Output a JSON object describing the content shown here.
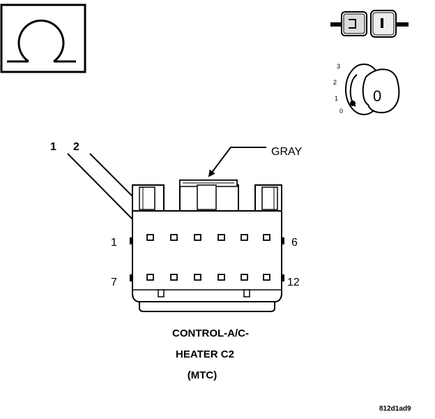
{
  "callouts": {
    "pointer_1": "1",
    "pointer_2": "2",
    "color": "GRAY"
  },
  "cavity_labels": {
    "top_left": "1",
    "top_right": "6",
    "bottom_left": "7",
    "bottom_right": "12"
  },
  "key_positions": [
    "3",
    "2",
    "1",
    "0"
  ],
  "key_glyph": "0",
  "connector_title": {
    "line1": "CONTROL-A/C-",
    "line2": "HEATER C2",
    "line3": "(MTC)"
  },
  "figure_id": "812d1ad9",
  "icons": {
    "top_left": "omega-icon",
    "connector_pair": "connector-pair-icon",
    "ignition_key": "ignition-key-icon"
  },
  "cavities": {
    "count": 12,
    "rows": 2,
    "per_row": 6
  }
}
